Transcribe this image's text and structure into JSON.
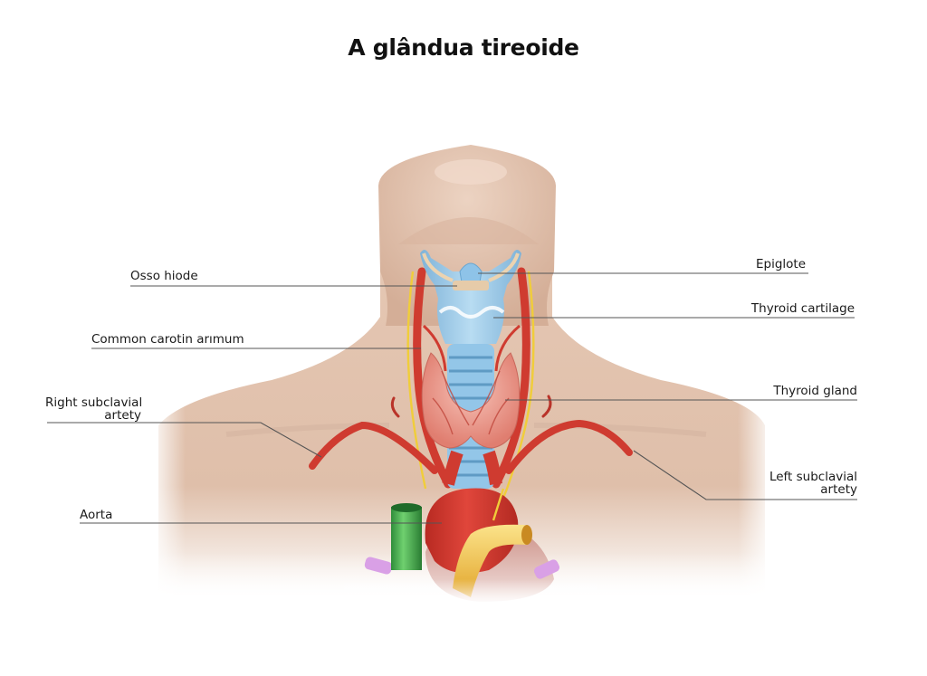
{
  "title": "A glândua tireoide",
  "colors": {
    "skin": "#e2c3ae",
    "skin_shadow": "#c99f86",
    "cartilage": "#9fcbe8",
    "artery": "#d6443a",
    "thyroid": "#ec9a8e",
    "nerve": "#f2d040",
    "vein_green": "#3fa84a",
    "pulmonary_yellow": "#f0c24a",
    "vessel_purple": "#d9a0e6",
    "leader_line": "#555555"
  },
  "labels": {
    "left": [
      {
        "id": "osso-hiode",
        "text": "Osso hiode"
      },
      {
        "id": "common-carotid",
        "text": "Common carotin arımum"
      },
      {
        "id": "right-subclavian",
        "line1": "Right subclavial",
        "line2": "artety"
      },
      {
        "id": "aorta",
        "text": "Aorta"
      }
    ],
    "right": [
      {
        "id": "epiglote",
        "text": "Epiglote"
      },
      {
        "id": "thyroid-cartilage",
        "text": "Thyroid cartilage"
      },
      {
        "id": "thyroid-gland",
        "text": "Thyroid gland"
      },
      {
        "id": "left-subclavian",
        "line1": "Left subclavial",
        "line2": "artety"
      }
    ]
  }
}
